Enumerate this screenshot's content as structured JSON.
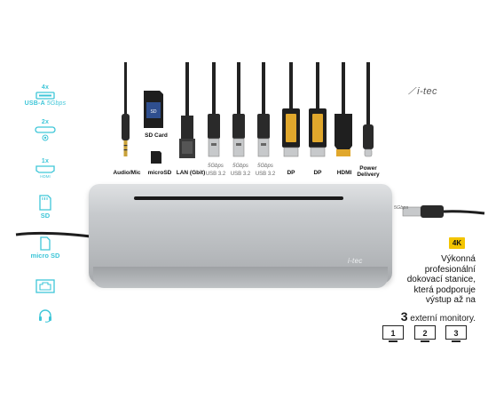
{
  "brand": "i-tec",
  "left_icons": {
    "usba_count": "4x",
    "usba_label": "USB-A",
    "usba_speed": "5Gbps",
    "usbc_count": "2x",
    "hdmi_count": "1x",
    "hdmi_label": "HDMI",
    "sd_label": "SD",
    "microsd_label": "micro SD"
  },
  "ports": {
    "sd_card": "SD Card",
    "audio": "Audio/Mic",
    "microsd": "microSD",
    "lan": "LAN",
    "lan_spec": "(Gbit)",
    "usb_speed": "5Gbps",
    "usb_spec": "USB 3.2",
    "dp1": "DP",
    "dp2": "DP",
    "hdmi": "HDMI",
    "power_line1": "Power",
    "power_line2": "Delivery"
  },
  "right_cable_speed": "5Gbps",
  "badge": "4K",
  "description": [
    "Výkonná",
    "profesionální",
    "dokovací stanice,",
    "která podporuje",
    "výstup až na"
  ],
  "monitors_number": "3",
  "monitors_text": "externí monitory.",
  "monitor_labels": [
    "1",
    "2",
    "3"
  ],
  "colors": {
    "accent": "#3ec6d8",
    "badge": "#f3c400",
    "dock": "#b6b9bc"
  }
}
